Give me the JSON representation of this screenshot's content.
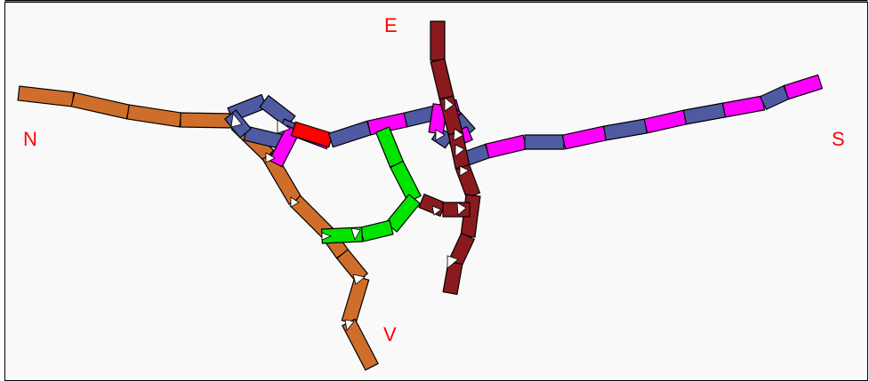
{
  "colors": {
    "background": "#f9f9f9",
    "frame": "#000000",
    "label": "#ff0000",
    "orange": "#cf6e2b",
    "slate": "#4f5aa3",
    "magenta": "#ff00ff",
    "red": "#ff0000",
    "green": "#00e400",
    "maroon": "#8b1a1f",
    "white": "#ffffff"
  },
  "labels": {
    "north": "N",
    "east": "E",
    "south": "S",
    "v": "V"
  },
  "icons": {
    "segment": "rectangular-block-segment",
    "joint": "white-triangle-joint"
  }
}
